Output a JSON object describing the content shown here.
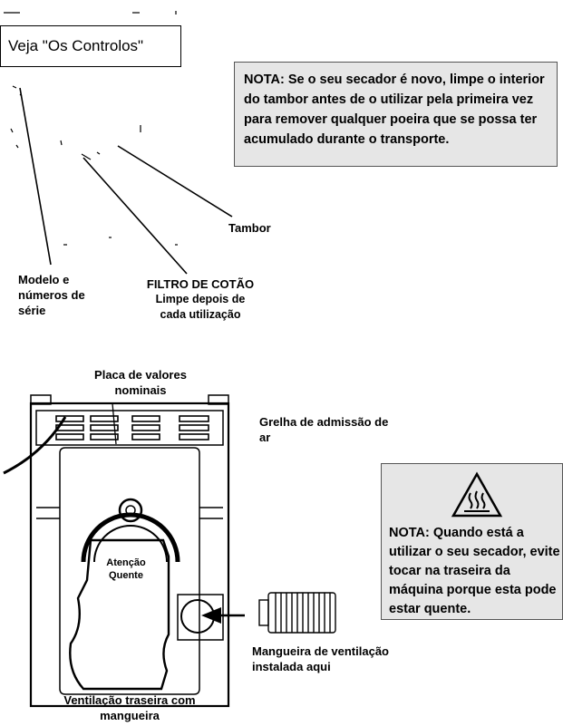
{
  "controls_ref": "Veja \"Os Controlos\"",
  "note_new_dryer": {
    "bold_prefix": "NOTA:",
    "text": " Se o seu secador é novo, limpe o interior do tambor antes de o utilizar pela primeira vez para remover qualquer poeira que se possa ter  acumulado durante o transporte."
  },
  "labels": {
    "drum": "Tambor",
    "model_serial": "Modelo e números de série",
    "lint_filter_title": "FILTRO DE COTÃO",
    "lint_filter_sub": "Limpe depois de cada utilização",
    "rating_plate": "Placa de valores nominais",
    "air_intake": "Grelha de admissão de ar",
    "warning_hot": "Atenção Quente",
    "vent_hose": "Mangueira de ventilação instalada aqui",
    "rear_vent": "Ventilação traseira com mangueira"
  },
  "note_hot": {
    "bold_prefix": "NOTA:",
    "text": " Quando está a utilizar o seu secador, evite tocar na traseira da máquina porque esta pode estar quente.",
    "icon": "hot-surface-warning-icon"
  }
}
